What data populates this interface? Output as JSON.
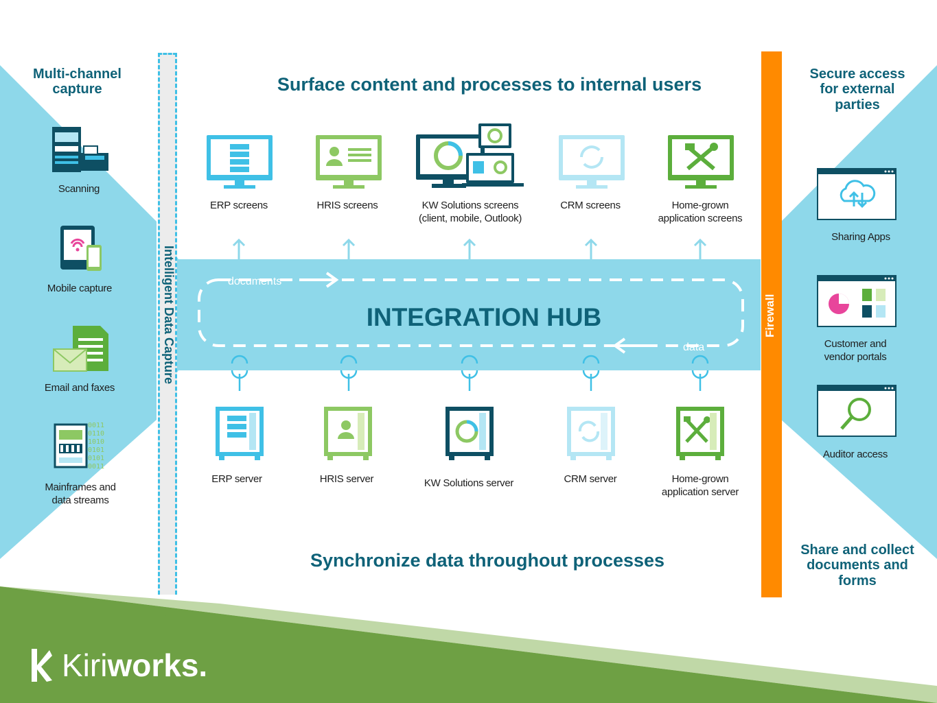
{
  "left_panel": {
    "title": "Multi-channel capture",
    "items": [
      {
        "label": "Scanning",
        "icon": "scanner-icon"
      },
      {
        "label": "Mobile capture",
        "icon": "mobile-icon"
      },
      {
        "label": "Email and faxes",
        "icon": "email-icon"
      },
      {
        "label": "Mainframes and data streams",
        "icon": "mainframe-icon",
        "binary": [
          "0011",
          "0110",
          "1010",
          "0101",
          "0101",
          "0011"
        ]
      }
    ]
  },
  "capture_bar": {
    "label": "Intelligent Data Capture"
  },
  "firewall": {
    "label": "Firewall",
    "color": "#ff8a00"
  },
  "top_heading": "Surface content and processes to internal users",
  "bottom_heading": "Synchronize data throughout processes",
  "hub": {
    "title": "INTEGRATION HUB",
    "documents_label": "documents",
    "data_label": "data",
    "color": "#8ed8ea"
  },
  "screens": [
    {
      "line1": "ERP screens",
      "line2": "",
      "icon": "erp-screen-icon"
    },
    {
      "line1": "HRIS screens",
      "line2": "",
      "icon": "hris-screen-icon"
    },
    {
      "line1": "KW Solutions screens",
      "line2": "(client, mobile, Outlook)",
      "icon": "kw-screens-icon"
    },
    {
      "line1": "CRM screens",
      "line2": "",
      "icon": "crm-screen-icon"
    },
    {
      "line1": "Home-grown",
      "line2": "application screens",
      "icon": "homegrown-screen-icon"
    }
  ],
  "servers": [
    {
      "line1": "ERP server",
      "line2": "",
      "icon": "erp-server-icon"
    },
    {
      "line1": "HRIS server",
      "line2": "",
      "icon": "hris-server-icon"
    },
    {
      "line1": "KW Solutions server",
      "line2": "",
      "icon": "kw-server-icon"
    },
    {
      "line1": "CRM server",
      "line2": "",
      "icon": "crm-server-icon"
    },
    {
      "line1": "Home-grown",
      "line2": "application server",
      "icon": "homegrown-server-icon"
    }
  ],
  "right_panel": {
    "title": "Secure access for external parties",
    "items": [
      {
        "line1": "Sharing Apps",
        "line2": "",
        "icon": "cloud-icon"
      },
      {
        "line1": "Customer and",
        "line2": "vendor portals",
        "icon": "portal-icon"
      },
      {
        "line1": "Auditor access",
        "line2": "",
        "icon": "magnifier-icon"
      }
    ],
    "footer": "Share and collect documents and forms"
  },
  "logo": {
    "brand_light": "Kiri",
    "brand_bold": "works",
    "mark": "."
  },
  "colors": {
    "teal_heading": "#0f6278",
    "light_blue": "#8ed8ea",
    "icon_blue": "#3fc0e6",
    "icon_green": "#8dc863",
    "icon_dark": "#0e4f63",
    "icon_pale": "#b4e6f4",
    "icon_green_dark": "#5cae3c",
    "band_green": "#6ea044"
  }
}
